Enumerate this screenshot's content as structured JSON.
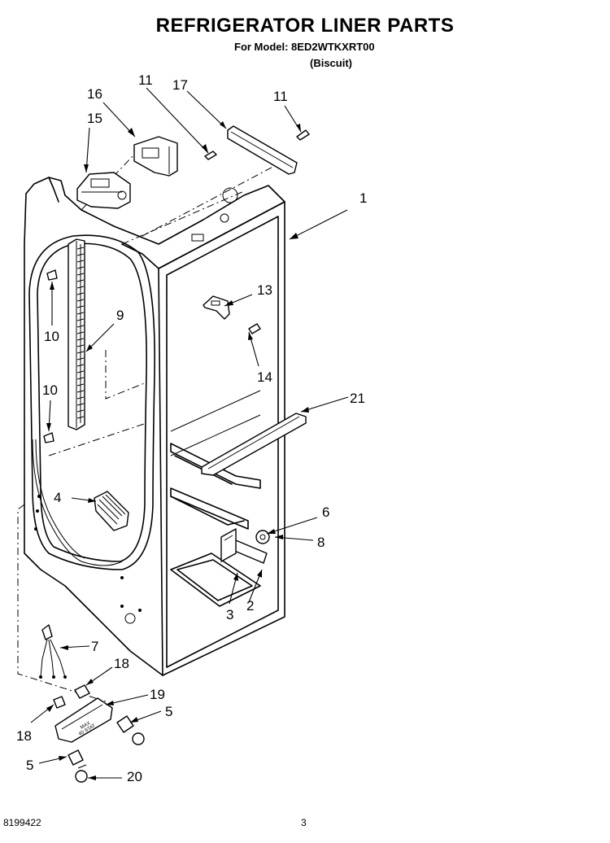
{
  "header": {
    "title": "REFRIGERATOR LINER PARTS",
    "model": "For Model: 8ED2WTKXRT00",
    "variant": "(Biscuit)"
  },
  "footer": {
    "doc_number": "8199422",
    "page": "3"
  },
  "callouts": {
    "c1": "1",
    "c2": "2",
    "c3": "3",
    "c4": "4",
    "c5a": "5",
    "c5b": "5",
    "c6": "6",
    "c7": "7",
    "c8": "8",
    "c9": "9",
    "c10a": "10",
    "c10b": "10",
    "c11a": "11",
    "c11b": "11",
    "c13": "13",
    "c14": "14",
    "c15": "15",
    "c16": "16",
    "c17": "17",
    "c18a": "18",
    "c18b": "18",
    "c19": "19",
    "c20": "20",
    "c21": "21"
  },
  "decal_text": [
    "MAX",
    "40 STAT"
  ]
}
